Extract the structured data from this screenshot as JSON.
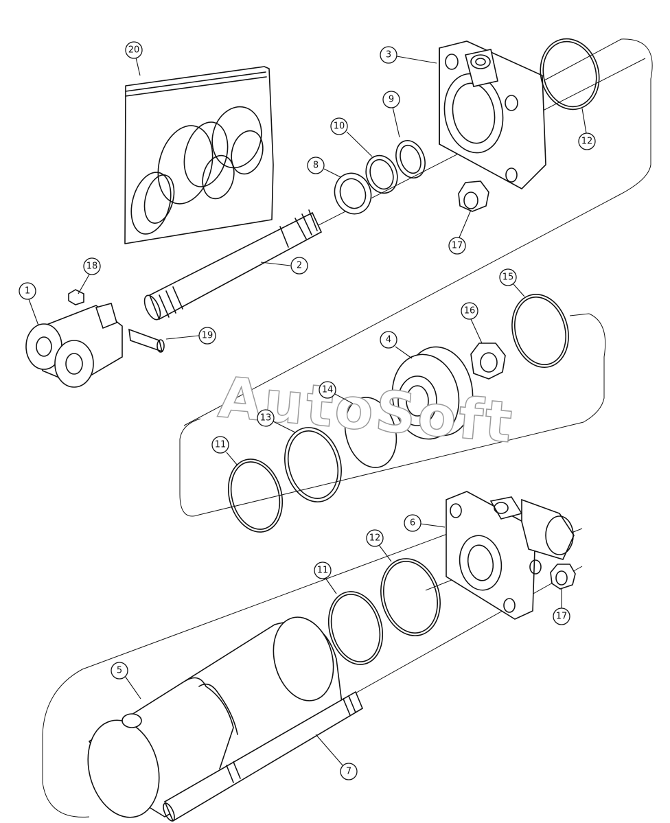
{
  "diagram": {
    "type": "exploded-parts-view",
    "watermark": "AutoSoft",
    "callouts": [
      {
        "id": "c20",
        "number": "20",
        "part": "seal-kit-bag"
      },
      {
        "id": "c3",
        "number": "3",
        "part": "rod-end-cap"
      },
      {
        "id": "c12a",
        "number": "12",
        "part": "o-ring"
      },
      {
        "id": "c9",
        "number": "9",
        "part": "rod-seal"
      },
      {
        "id": "c10",
        "number": "10",
        "part": "rod-ring"
      },
      {
        "id": "c8",
        "number": "8",
        "part": "wiper"
      },
      {
        "id": "c17a",
        "number": "17",
        "part": "nut"
      },
      {
        "id": "c2",
        "number": "2",
        "part": "piston-rod"
      },
      {
        "id": "c18",
        "number": "18",
        "part": "nut"
      },
      {
        "id": "c1",
        "number": "1",
        "part": "clevis"
      },
      {
        "id": "c19",
        "number": "19",
        "part": "cap-screw"
      },
      {
        "id": "c15",
        "number": "15",
        "part": "o-ring"
      },
      {
        "id": "c16",
        "number": "16",
        "part": "piston-nut"
      },
      {
        "id": "c4",
        "number": "4",
        "part": "piston"
      },
      {
        "id": "c14",
        "number": "14",
        "part": "o-ring"
      },
      {
        "id": "c13",
        "number": "13",
        "part": "piston-seal"
      },
      {
        "id": "c11a",
        "number": "11",
        "part": "back-up-ring"
      },
      {
        "id": "c6",
        "number": "6",
        "part": "base-end-cap"
      },
      {
        "id": "c12b",
        "number": "12",
        "part": "o-ring"
      },
      {
        "id": "c11b",
        "number": "11",
        "part": "back-up-ring"
      },
      {
        "id": "c17b",
        "number": "17",
        "part": "nut"
      },
      {
        "id": "c5",
        "number": "5",
        "part": "barrel"
      },
      {
        "id": "c7",
        "number": "7",
        "part": "tie-rod"
      }
    ]
  }
}
